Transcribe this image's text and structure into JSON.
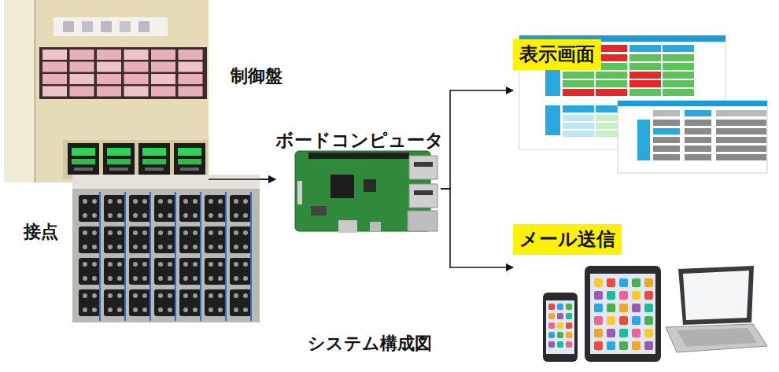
{
  "diagram": {
    "caption": "システム構成図",
    "nodes": [
      {
        "text": [
          "制御盤"
        ]
      },
      {
        "text": [
          "接点"
        ]
      },
      {
        "text": [
          "ボードコンピュータ"
        ]
      },
      {
        "text": [
          "表示画面"
        ]
      },
      {
        "text": [
          "メール送信"
        ]
      }
    ],
    "edges": [
      {
        "from": 0,
        "to": 2,
        "arrow": "to"
      },
      {
        "from": 1,
        "to": 2,
        "arrow": "to"
      },
      {
        "from": 2,
        "to": 3,
        "arrow": "to"
      },
      {
        "from": 2,
        "to": 4,
        "arrow": "to"
      }
    ]
  }
}
